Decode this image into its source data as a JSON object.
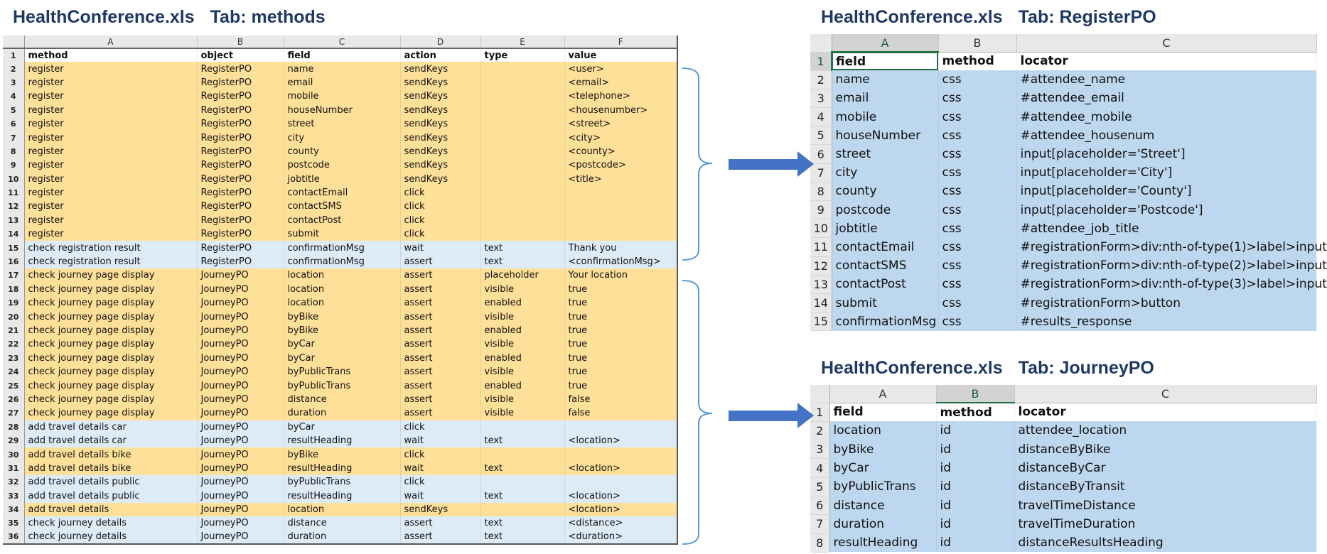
{
  "titles": {
    "methods": {
      "file": "HealthConference.xls",
      "tab": "Tab: methods"
    },
    "register": {
      "file": "HealthConference.xls",
      "tab": "Tab: RegisterPO"
    },
    "journey": {
      "file": "HealthConference.xls",
      "tab": "Tab: JourneyPO"
    }
  },
  "colors": {
    "orange_row": "#ffe099",
    "blue_row": "#ddebf7",
    "locator_fill": "#bdd7ee",
    "arrow": "#4472c4",
    "title_text": "#1f3864"
  },
  "methods": {
    "columns": [
      "A",
      "B",
      "C",
      "D",
      "E",
      "F"
    ],
    "header": [
      "method",
      "object",
      "field",
      "action",
      "type",
      "value"
    ],
    "rows": [
      {
        "style": "orange",
        "cells": [
          "register",
          "RegisterPO",
          "name",
          "sendKeys",
          "",
          "<user>"
        ]
      },
      {
        "style": "orange",
        "cells": [
          "register",
          "RegisterPO",
          "email",
          "sendKeys",
          "",
          "<email>"
        ]
      },
      {
        "style": "orange",
        "cells": [
          "register",
          "RegisterPO",
          "mobile",
          "sendKeys",
          "",
          "<telephone>"
        ]
      },
      {
        "style": "orange",
        "cells": [
          "register",
          "RegisterPO",
          "houseNumber",
          "sendKeys",
          "",
          "<housenumber>"
        ]
      },
      {
        "style": "orange",
        "cells": [
          "register",
          "RegisterPO",
          "street",
          "sendKeys",
          "",
          "<street>"
        ]
      },
      {
        "style": "orange",
        "cells": [
          "register",
          "RegisterPO",
          "city",
          "sendKeys",
          "",
          "<city>"
        ]
      },
      {
        "style": "orange",
        "cells": [
          "register",
          "RegisterPO",
          "county",
          "sendKeys",
          "",
          "<county>"
        ]
      },
      {
        "style": "orange",
        "cells": [
          "register",
          "RegisterPO",
          "postcode",
          "sendKeys",
          "",
          "<postcode>"
        ]
      },
      {
        "style": "orange",
        "cells": [
          "register",
          "RegisterPO",
          "jobtitle",
          "sendKeys",
          "",
          "<title>"
        ]
      },
      {
        "style": "orange",
        "cells": [
          "register",
          "RegisterPO",
          "contactEmail",
          "click",
          "",
          ""
        ]
      },
      {
        "style": "orange",
        "cells": [
          "register",
          "RegisterPO",
          "contactSMS",
          "click",
          "",
          ""
        ]
      },
      {
        "style": "orange",
        "cells": [
          "register",
          "RegisterPO",
          "contactPost",
          "click",
          "",
          ""
        ]
      },
      {
        "style": "orange",
        "cells": [
          "register",
          "RegisterPO",
          "submit",
          "click",
          "",
          ""
        ]
      },
      {
        "style": "blue",
        "cells": [
          "check registration result",
          "RegisterPO",
          "confirmationMsg",
          "wait",
          "text",
          "Thank you"
        ]
      },
      {
        "style": "blue",
        "cells": [
          "check registration result",
          "RegisterPO",
          "confirmationMsg",
          "assert",
          "text",
          "<confirmationMsg>"
        ]
      },
      {
        "style": "orange",
        "cells": [
          "check journey page display",
          "JourneyPO",
          "location",
          "assert",
          "placeholder",
          "Your location"
        ]
      },
      {
        "style": "orange",
        "cells": [
          "check journey page display",
          "JourneyPO",
          "location",
          "assert",
          "visible",
          "true"
        ]
      },
      {
        "style": "orange",
        "cells": [
          "check journey page display",
          "JourneyPO",
          "location",
          "assert",
          "enabled",
          "true"
        ]
      },
      {
        "style": "orange",
        "cells": [
          "check journey page display",
          "JourneyPO",
          "byBike",
          "assert",
          "visible",
          "true"
        ]
      },
      {
        "style": "orange",
        "cells": [
          "check journey page display",
          "JourneyPO",
          "byBike",
          "assert",
          "enabled",
          "true"
        ]
      },
      {
        "style": "orange",
        "cells": [
          "check journey page display",
          "JourneyPO",
          "byCar",
          "assert",
          "visible",
          "true"
        ]
      },
      {
        "style": "orange",
        "cells": [
          "check journey page display",
          "JourneyPO",
          "byCar",
          "assert",
          "enabled",
          "true"
        ]
      },
      {
        "style": "orange",
        "cells": [
          "check journey page display",
          "JourneyPO",
          "byPublicTrans",
          "assert",
          "visible",
          "true"
        ]
      },
      {
        "style": "orange",
        "cells": [
          "check journey page display",
          "JourneyPO",
          "byPublicTrans",
          "assert",
          "enabled",
          "true"
        ]
      },
      {
        "style": "orange",
        "cells": [
          "check journey page display",
          "JourneyPO",
          "distance",
          "assert",
          "visible",
          "false"
        ]
      },
      {
        "style": "orange",
        "cells": [
          "check journey page display",
          "JourneyPO",
          "duration",
          "assert",
          "visible",
          "false"
        ]
      },
      {
        "style": "blue",
        "cells": [
          "add travel details car",
          "JourneyPO",
          "byCar",
          "click",
          "",
          ""
        ]
      },
      {
        "style": "blue",
        "cells": [
          "add travel details car",
          "JourneyPO",
          "resultHeading",
          "wait",
          "text",
          "<location>"
        ]
      },
      {
        "style": "orange",
        "cells": [
          "add travel details bike",
          "JourneyPO",
          "byBike",
          "click",
          "",
          ""
        ]
      },
      {
        "style": "orange",
        "cells": [
          "add travel details bike",
          "JourneyPO",
          "resultHeading",
          "wait",
          "text",
          "<location>"
        ]
      },
      {
        "style": "blue",
        "cells": [
          "add travel details public",
          "JourneyPO",
          "byPublicTrans",
          "click",
          "",
          ""
        ]
      },
      {
        "style": "blue",
        "cells": [
          "add travel details public",
          "JourneyPO",
          "resultHeading",
          "wait",
          "text",
          "<location>"
        ]
      },
      {
        "style": "orange",
        "cells": [
          "add travel details",
          "JourneyPO",
          "location",
          "sendKeys",
          "",
          "<location>"
        ]
      },
      {
        "style": "blue",
        "cells": [
          "check journey details",
          "JourneyPO",
          "distance",
          "assert",
          "text",
          "<distance>"
        ]
      },
      {
        "style": "blue",
        "cells": [
          "check journey details",
          "JourneyPO",
          "duration",
          "assert",
          "text",
          "<duration>"
        ]
      }
    ]
  },
  "register": {
    "columns": [
      "A",
      "B",
      "C"
    ],
    "header": [
      "field",
      "method",
      "locator"
    ],
    "rows": [
      [
        "name",
        "css",
        "#attendee_name"
      ],
      [
        "email",
        "css",
        "#attendee_email"
      ],
      [
        "mobile",
        "css",
        "#attendee_mobile"
      ],
      [
        "houseNumber",
        "css",
        "#attendee_housenum"
      ],
      [
        "street",
        "css",
        "input[placeholder='Street']"
      ],
      [
        "city",
        "css",
        "input[placeholder='City']"
      ],
      [
        "county",
        "css",
        "input[placeholder='County']"
      ],
      [
        "postcode",
        "css",
        "input[placeholder='Postcode']"
      ],
      [
        "jobtitle",
        "css",
        "#attendee_job_title"
      ],
      [
        "contactEmail",
        "css",
        "#registrationForm>div:nth-of-type(1)>label>input"
      ],
      [
        "contactSMS",
        "css",
        "#registrationForm>div:nth-of-type(2)>label>input"
      ],
      [
        "contactPost",
        "css",
        "#registrationForm>div:nth-of-type(3)>label>input"
      ],
      [
        "submit",
        "css",
        "#registrationForm>button"
      ],
      [
        "confirmationMsg",
        "css",
        "#results_response"
      ]
    ]
  },
  "journey": {
    "columns": [
      "A",
      "B",
      "C"
    ],
    "header": [
      "field",
      "method",
      "locator"
    ],
    "rows": [
      [
        "location",
        "id",
        "attendee_location"
      ],
      [
        "byBike",
        "id",
        "distanceByBike"
      ],
      [
        "byCar",
        "id",
        "distanceByCar"
      ],
      [
        "byPublicTrans",
        "id",
        "distanceByTransit"
      ],
      [
        "distance",
        "id",
        "travelTimeDistance"
      ],
      [
        "duration",
        "id",
        "travelTimeDuration"
      ],
      [
        "resultHeading",
        "id",
        "distanceResultsHeading"
      ]
    ]
  }
}
